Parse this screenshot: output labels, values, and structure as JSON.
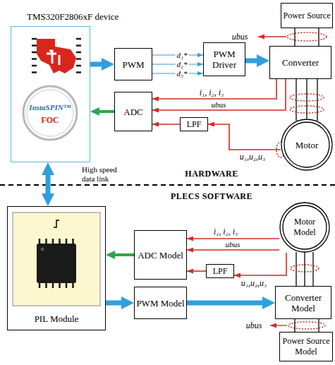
{
  "diagram": {
    "nodes": [
      {
        "text": [
          "TMS320F2806xF device"
        ]
      },
      {
        "text": [
          "PWM"
        ]
      },
      {
        "text": [
          "PWM Driver"
        ]
      },
      {
        "text": [
          "Power Source"
        ]
      },
      {
        "text": [
          "Converter"
        ]
      },
      {
        "text": [
          "ADC"
        ]
      },
      {
        "text": [
          "LPF"
        ]
      },
      {
        "text": [
          "Motor"
        ]
      },
      {
        "text": [
          "PIL Module"
        ]
      },
      {
        "text": [
          "ADC Model"
        ]
      },
      {
        "text": [
          "LPF"
        ]
      },
      {
        "text": [
          "Motor Model"
        ]
      },
      {
        "text": [
          "PWM Model"
        ]
      },
      {
        "text": [
          "Converter Model"
        ]
      },
      {
        "text": [
          "Power Source Model"
        ]
      }
    ],
    "edges": [
      {
        "from": 0,
        "to": 1,
        "arrow": "to"
      },
      {
        "from": 1,
        "to": 2,
        "label": "d₁*",
        "arrow": "to"
      },
      {
        "from": 1,
        "to": 2,
        "label": "d₂*",
        "arrow": "to"
      },
      {
        "from": 1,
        "to": 2,
        "label": "d₃*",
        "arrow": "to"
      },
      {
        "from": 2,
        "to": 4,
        "arrow": "to"
      },
      {
        "from": 3,
        "to": 4,
        "arrow": "none"
      },
      {
        "from": 4,
        "to": 7,
        "arrow": "none"
      },
      {
        "from": 5,
        "to": 0,
        "arrow": "to"
      },
      {
        "from": 4,
        "to": 5,
        "label": "i₁, i₂, i₃",
        "arrow": "to"
      },
      {
        "from": 4,
        "to": 5,
        "label": "ubus",
        "arrow": "to"
      },
      {
        "from": 6,
        "to": 5,
        "arrow": "to"
      },
      {
        "from": 7,
        "to": 6,
        "label": "u₁,u₂,u₃",
        "arrow": "to"
      },
      {
        "from": 0,
        "to": 8,
        "label": "High speed data link",
        "arrow": "both"
      },
      {
        "from": 9,
        "to": 8,
        "arrow": "to"
      },
      {
        "from": 11,
        "to": 9,
        "label": "i₁, i₂, i₃",
        "arrow": "to"
      },
      {
        "from": 11,
        "to": 9,
        "label": "ubus",
        "arrow": "to"
      },
      {
        "from": 10,
        "to": 9,
        "arrow": "to"
      },
      {
        "from": 11,
        "to": 10,
        "label": "u₁,u₂,u₃",
        "arrow": "to"
      },
      {
        "from": 8,
        "to": 12,
        "arrow": "to"
      },
      {
        "from": 12,
        "to": 13,
        "arrow": "to"
      },
      {
        "from": 13,
        "to": 11,
        "arrow": "none"
      },
      {
        "from": 14,
        "to": 13,
        "arrow": "none"
      }
    ],
    "labels": [
      "ubus",
      "HARDWARE",
      "PLECS SOFTWARE",
      "ubus",
      "InstaSPIN™",
      "FOC"
    ]
  }
}
